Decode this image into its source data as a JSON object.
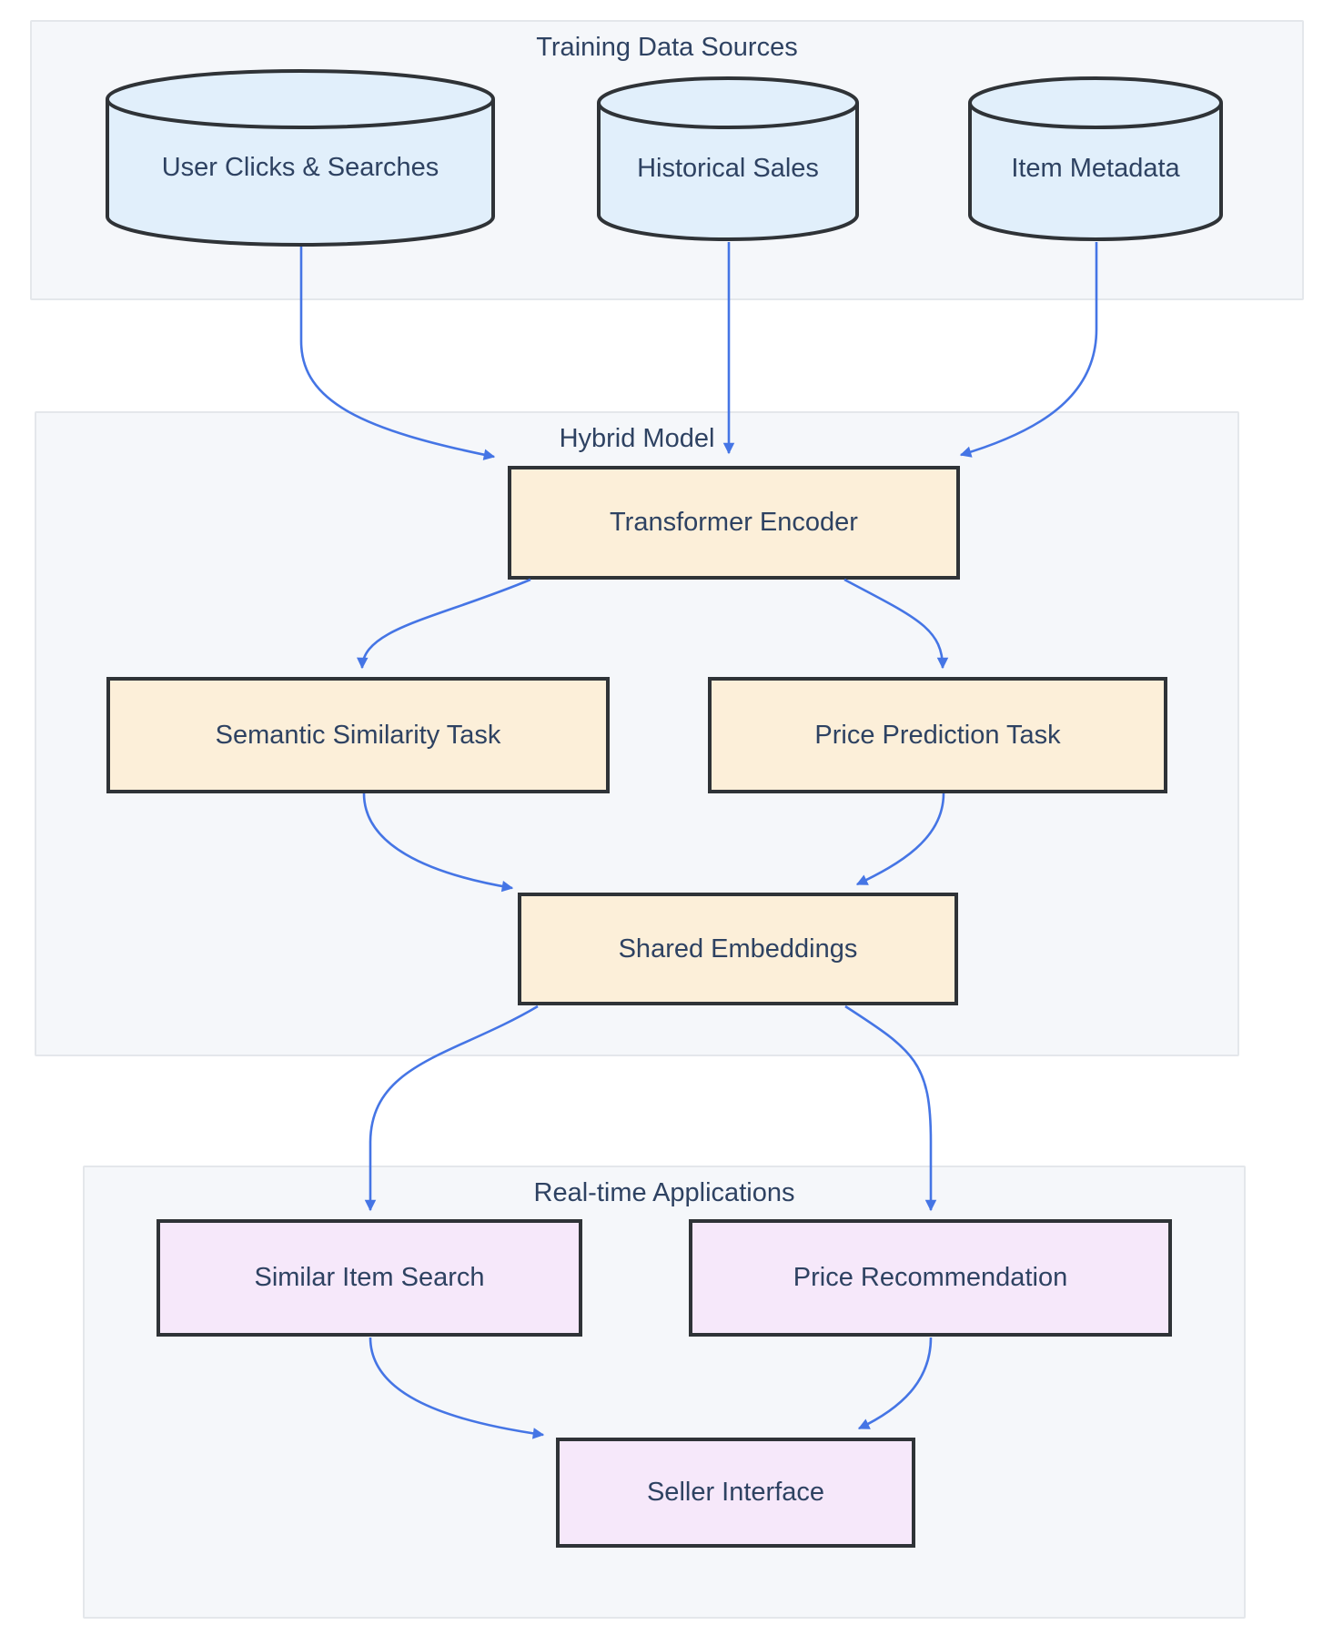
{
  "diagram_title": "",
  "groups": {
    "training": {
      "title": "Training Data Sources"
    },
    "hybrid": {
      "title": "Hybrid Model"
    },
    "realtime": {
      "title": "Real-time Applications"
    }
  },
  "nodes": {
    "clicks": {
      "label": "User Clicks & Searches",
      "shape": "cylinder",
      "group": "training"
    },
    "sales": {
      "label": "Historical Sales",
      "shape": "cylinder",
      "group": "training"
    },
    "metadata": {
      "label": "Item Metadata",
      "shape": "cylinder",
      "group": "training"
    },
    "encoder": {
      "label": "Transformer Encoder",
      "shape": "rect",
      "group": "hybrid"
    },
    "semantic": {
      "label": "Semantic Similarity Task",
      "shape": "rect",
      "group": "hybrid"
    },
    "price_task": {
      "label": "Price Prediction Task",
      "shape": "rect",
      "group": "hybrid"
    },
    "shared": {
      "label": "Shared Embeddings",
      "shape": "rect",
      "group": "hybrid"
    },
    "search": {
      "label": "Similar Item Search",
      "shape": "rect",
      "group": "realtime"
    },
    "price_rec": {
      "label": "Price Recommendation",
      "shape": "rect",
      "group": "realtime"
    },
    "seller": {
      "label": "Seller Interface",
      "shape": "rect",
      "group": "realtime"
    }
  },
  "edges": [
    {
      "from": "clicks",
      "to": "encoder"
    },
    {
      "from": "sales",
      "to": "encoder"
    },
    {
      "from": "metadata",
      "to": "encoder"
    },
    {
      "from": "encoder",
      "to": "semantic"
    },
    {
      "from": "encoder",
      "to": "price_task"
    },
    {
      "from": "semantic",
      "to": "shared"
    },
    {
      "from": "price_task",
      "to": "shared"
    },
    {
      "from": "shared",
      "to": "search"
    },
    {
      "from": "shared",
      "to": "price_rec"
    },
    {
      "from": "search",
      "to": "seller"
    },
    {
      "from": "price_rec",
      "to": "seller"
    }
  ],
  "colors": {
    "datastore_fill": "#e1effb",
    "model_fill": "#fcefd9",
    "app_fill": "#f6e8fa",
    "border": "#2f3337",
    "arrow": "#4575e5",
    "text": "#2e4262",
    "group_fill": "#f5f7fa",
    "group_border": "#e4e7eb",
    "canvas_bg": "#ffffff"
  }
}
